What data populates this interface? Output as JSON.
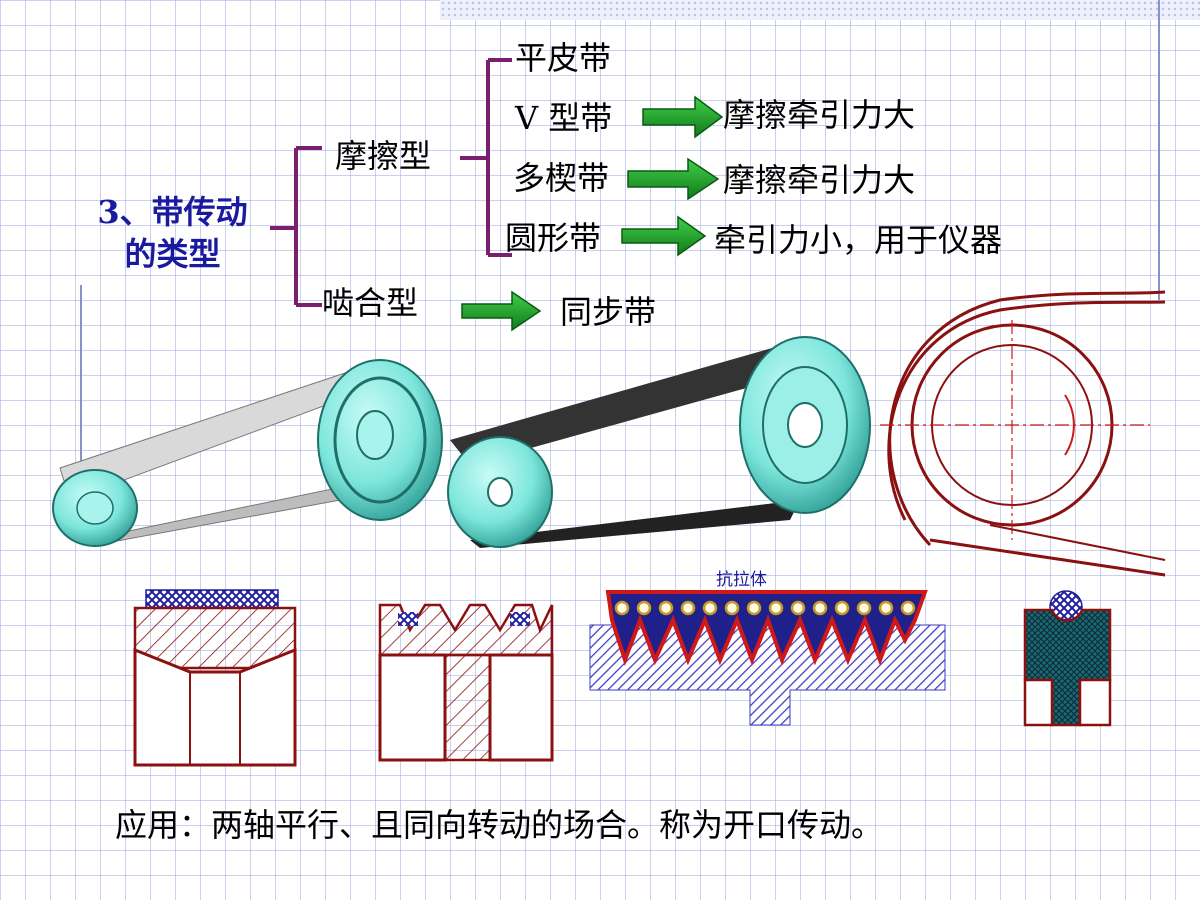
{
  "category": {
    "line1": "3、带传动",
    "line2": "的类型"
  },
  "friction": {
    "label": "摩擦型",
    "items": [
      {
        "name": "平皮带",
        "result": ""
      },
      {
        "name": "V 型带",
        "result": "摩擦牵引力大"
      },
      {
        "name": "多楔带",
        "result": "摩擦牵引力大"
      },
      {
        "name": "圆形带",
        "result": "牵引力小，用于仪器"
      }
    ]
  },
  "meshing": {
    "label": "啮合型",
    "result": "同步带"
  },
  "tension_label": "抗拉体",
  "application_note": "应用：两轴平行、且同向转动的场合。称为开口传动。",
  "colors": {
    "bracket": "#7a1f6e",
    "arrow_fill": "#1f9e2a",
    "arrow_edge": "#0a5a12",
    "pulley": "#7de6dc",
    "section_stroke": "#8b1010",
    "hatch_blue": "#1e1e9e",
    "category_text": "#1a1aa0"
  }
}
